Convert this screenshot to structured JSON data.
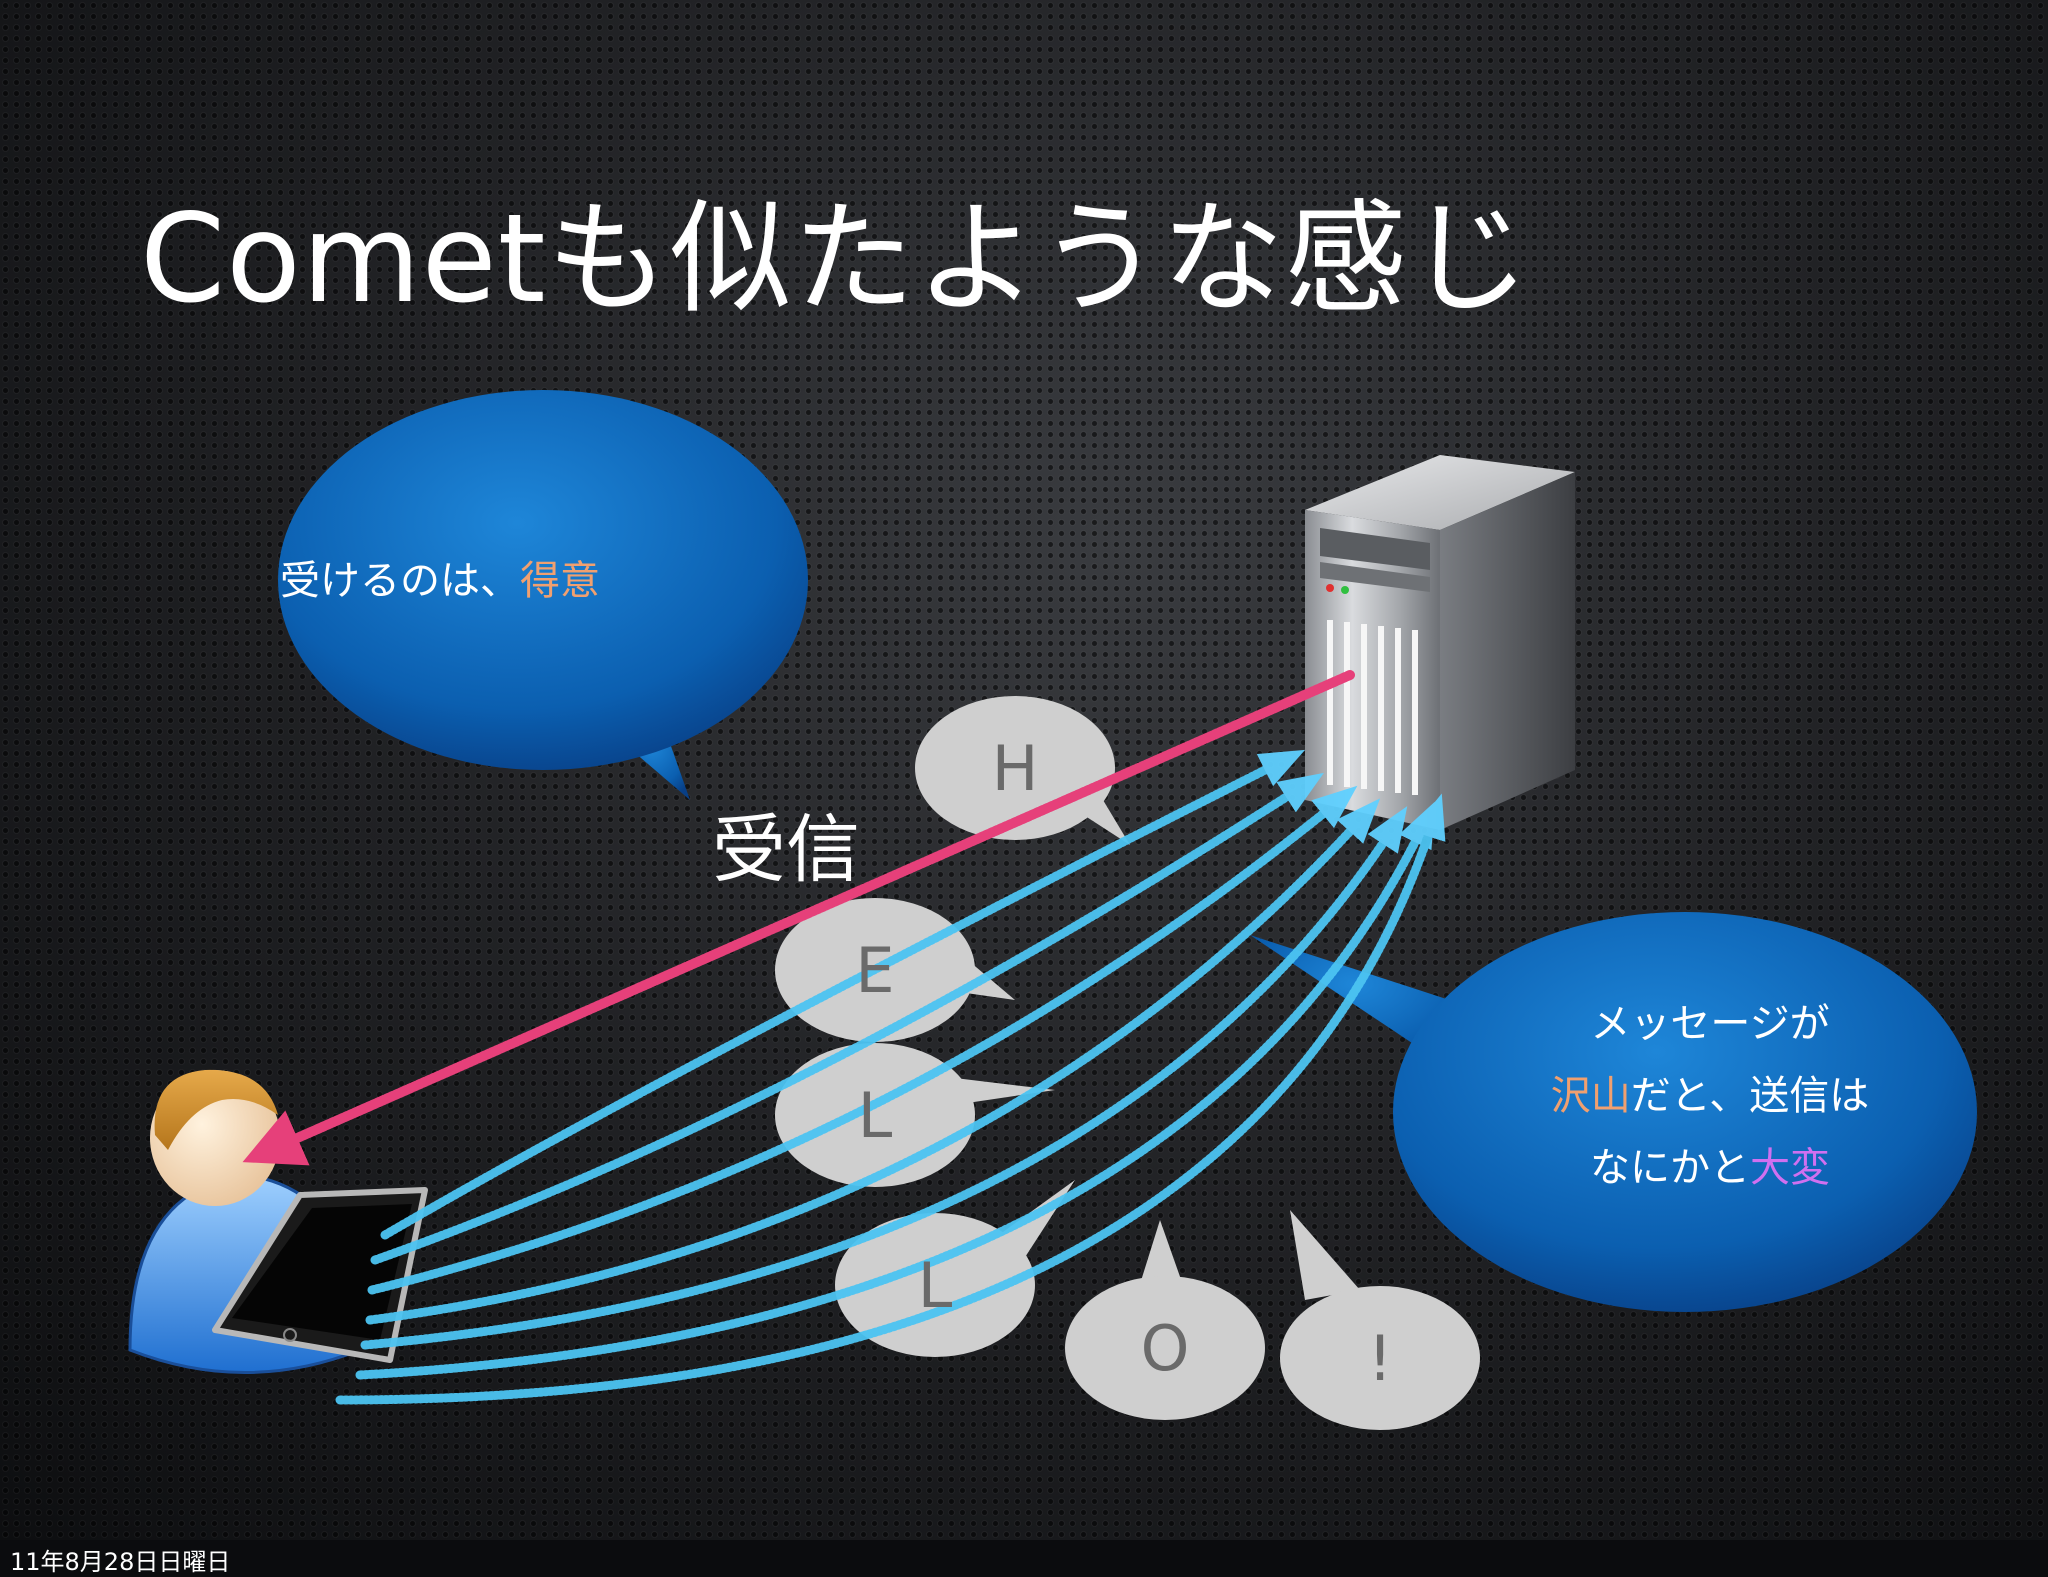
{
  "slide": {
    "title": "Cometも似たような感じ",
    "footer_date": "11年8月28日日曜日"
  },
  "bubble_left": {
    "text_plain": "受けるのは、",
    "text_highlight": "得意",
    "highlight_color": "#f0a070"
  },
  "bubble_right": {
    "line1": "メッセージが",
    "line2_highlight": "沢山",
    "line2_plain": "だと、送信は",
    "line3_plain": "なにかと",
    "line3_highlight": "大変",
    "colors": {
      "orange": "#f0a070",
      "violet": "#d070f0",
      "bubble": "#0b63b8"
    }
  },
  "receive_label": "受信",
  "letters": [
    "H",
    "E",
    "L",
    "L",
    "O",
    "!"
  ],
  "icons": {
    "server": "server-tower-icon",
    "user": "user-person-icon",
    "phone": "smartphone-icon"
  },
  "arrow_colors": {
    "receive": "#e6407a",
    "send": "#4cc4f2"
  }
}
